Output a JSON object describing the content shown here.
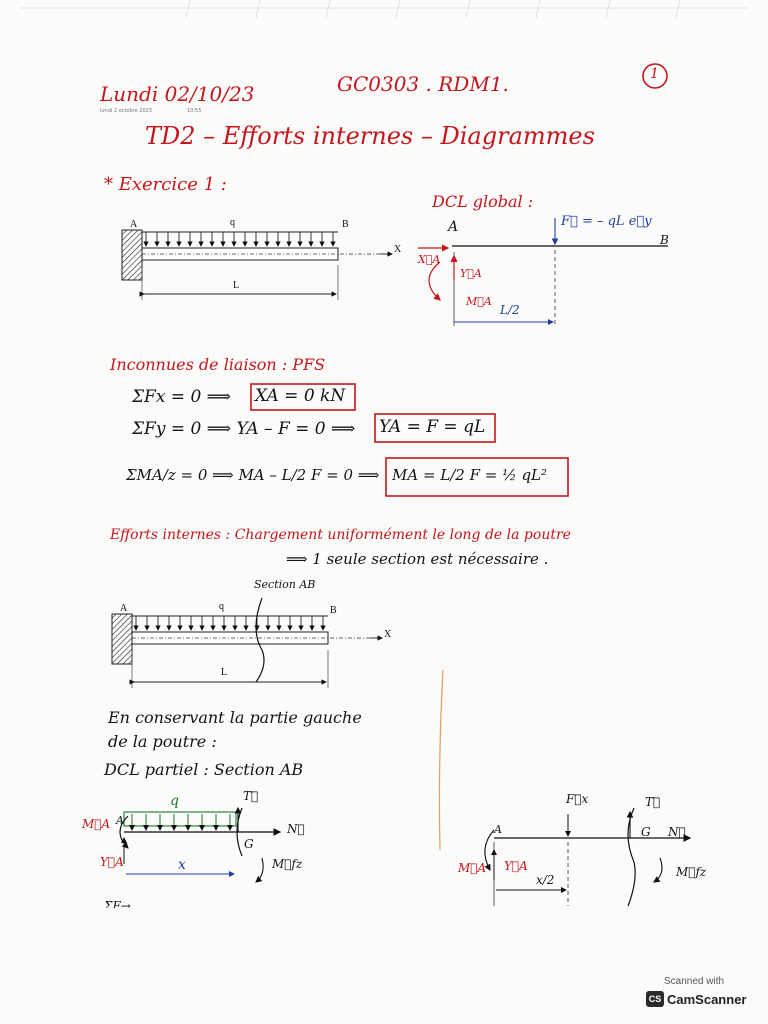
{
  "header": {
    "date": "Lundi 02/10/23",
    "stamp_date": "lundi 2 octobre 2023",
    "stamp_time": "10:55",
    "course": "GC0303 . RDM1.",
    "page_number": "1"
  },
  "title": "TD2 – Efforts internes – Diagrammes",
  "exercise": "* Exercice 1 :",
  "fig1": {
    "left": "A",
    "load": "q",
    "right": "B",
    "axis": "X",
    "length": "L"
  },
  "dcl_global": {
    "heading": "DCL global :",
    "point_a": "A",
    "point_b": "B",
    "force": "F⃗ = – qL e⃗y",
    "xa": "X⃗A",
    "ya": "Y⃗A",
    "ma": "M⃗A",
    "half": "L/2"
  },
  "pfs": {
    "heading": "Inconnues de liaison : PFS",
    "eq1_left": "ΣFx = 0  ⟹",
    "eq1_box": "XA = 0 kN",
    "eq2_left": "ΣFy = 0  ⟹  YA – F = 0  ⟹",
    "eq2_box": "YA = F = qL",
    "eq3_left": "ΣMA/z = 0 ⟹ MA – L/2 F = 0  ⟹",
    "eq3_box": "MA = L/2 F = ½ qL²"
  },
  "internal": {
    "line1": "Efforts internes : Chargement uniformément le long de la poutre",
    "line2": "⟹ 1 seule section est nécessaire ."
  },
  "fig2": {
    "section": "Section AB",
    "left": "A",
    "load": "q",
    "right": "B",
    "axis": "X",
    "length": "L"
  },
  "notes": {
    "line1": "En conservant la partie gauche",
    "line2": "de la poutre :",
    "line3": "DCL partiel : Section AB"
  },
  "partial_left": {
    "q": "q",
    "a": "A",
    "ma": "M⃗A",
    "ya": "Y⃗A",
    "t": "T⃗",
    "n": "N⃗",
    "g": "G",
    "mfz": "M⃗fz",
    "x": "x"
  },
  "partial_right": {
    "fx": "F⃗x",
    "a": "A",
    "t": "T⃗",
    "g": "G",
    "n": "N⃗",
    "ma": "M⃗A",
    "ya": "Y⃗A",
    "x2": "x/2",
    "mfz": "M⃗fz"
  },
  "cut_text": "ΣF→",
  "watermark": {
    "line1": "Scanned with",
    "line2": "CamScanner",
    "logo": "CS"
  },
  "colors": {
    "ink_red": "#c4161c",
    "ink_black": "#141414",
    "ink_blue": "#1a3fa0",
    "ink_green": "#1a7a2a"
  }
}
